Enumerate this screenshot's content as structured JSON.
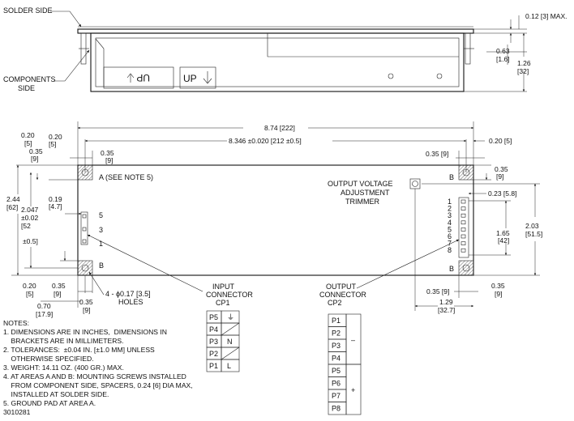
{
  "labels": {
    "solder_side": "SOLDER SIDE",
    "components_side_1": "COMPONENTS",
    "components_side_2": "SIDE",
    "up_label": "UP",
    "area_a": "A (SEE NOTE 5)",
    "area_b": "B",
    "trimmer_1": "OUTPUT VOLTAGE",
    "trimmer_2": "ADJUSTMENT",
    "trimmer_3": "TRIMMER",
    "holes_1": "4 - ϕ0.17 [3.5]",
    "holes_2": "HOLES",
    "input_conn_1": "INPUT",
    "input_conn_2": "CONNECTOR",
    "input_conn_3": "CP1",
    "output_conn_1": "OUTPUT",
    "output_conn_2": "CONNECTOR",
    "output_conn_3": "CP2",
    "doc_number": "3010281"
  },
  "dimensions": {
    "d012": "0.12 [3] MAX.",
    "d063a": "0.63",
    "d063b": "[1.6]",
    "d126a": "1.26",
    "d126b": "[32]",
    "d874": "8.74 [222]",
    "d8346": "8.346 ±0.020 [212 ±0.5]",
    "d020_left_a": "0.20",
    "d020_left_b": "[5]",
    "d020_top_a": "0.20",
    "d020_top_b": "[5]",
    "d020_right": "0.20 [5]",
    "d035_l_a": "0.35",
    "d035_l_b": "[9]",
    "d035_t_a": "0.35",
    "d035_t_b": "[9]",
    "d035_tr": "0.35 [9]",
    "d035_r_a": "0.35",
    "d035_r_b": "[9]",
    "d244a": "2.44",
    "d244b": "[62]",
    "d019a": "0.19",
    "d019b": "[4.7]",
    "d2047a": "2.047",
    "d2047b": "±0.02",
    "d2047c": "[52",
    "d2047d": "±0.5]",
    "d023": "0.23 [5.8]",
    "d165a": "1.65",
    "d165b": "[42]",
    "d203a": "2.03",
    "d203b": "[51.5]",
    "d020_bl_a": "0.20",
    "d020_bl_b": "[5]",
    "d035_bl_a": "0.35",
    "d035_bl_b": "[9]",
    "d070a": "0.70",
    "d070b": "[17.9]",
    "d035_bb_a": "0.35",
    "d035_bb_b": "[9]",
    "d035_br": "0.35 [9]",
    "d035_brr_a": "0.35",
    "d035_brr_b": "[9]",
    "d129a": "1.29",
    "d129b": "[32.7]"
  },
  "pin_labels_cp1": [
    "5",
    "3",
    "1"
  ],
  "pin_labels_cp2": [
    "1",
    "2",
    "3",
    "4",
    "5",
    "6",
    "7",
    "8"
  ],
  "cp1_table": [
    {
      "pin": "P5",
      "func": "⏚"
    },
    {
      "pin": "P4",
      "func": ""
    },
    {
      "pin": "P3",
      "func": "N"
    },
    {
      "pin": "P2",
      "func": ""
    },
    {
      "pin": "P1",
      "func": "L"
    }
  ],
  "cp2_table": {
    "pins": [
      "P1",
      "P2",
      "P3",
      "P4",
      "P5",
      "P6",
      "P7",
      "P8"
    ],
    "minus": "–",
    "plus": "+"
  },
  "notes": {
    "title": "NOTES:",
    "lines": [
      "1. DIMENSIONS ARE IN INCHES,  DIMENSIONS IN",
      "    BRACKETS ARE IN MILLIMETERS.",
      "2. TOLERANCES:  ±0.04 IN. [±1.0 MM] UNLESS",
      "    OTHERWISE SPECIFIED.",
      "3. WEIGHT: 14.11 OZ. (400 GR.) MAX.",
      "4. AT AREAS A AND B: MOUNTING SCREWS INSTALLED",
      "    FROM COMPONENT SIDE, SPACERS, 0.24 [6] DIA MAX,",
      "    INSTALLED AT SOLDER SIDE.",
      "5. GROUND PAD AT AREA A."
    ]
  }
}
